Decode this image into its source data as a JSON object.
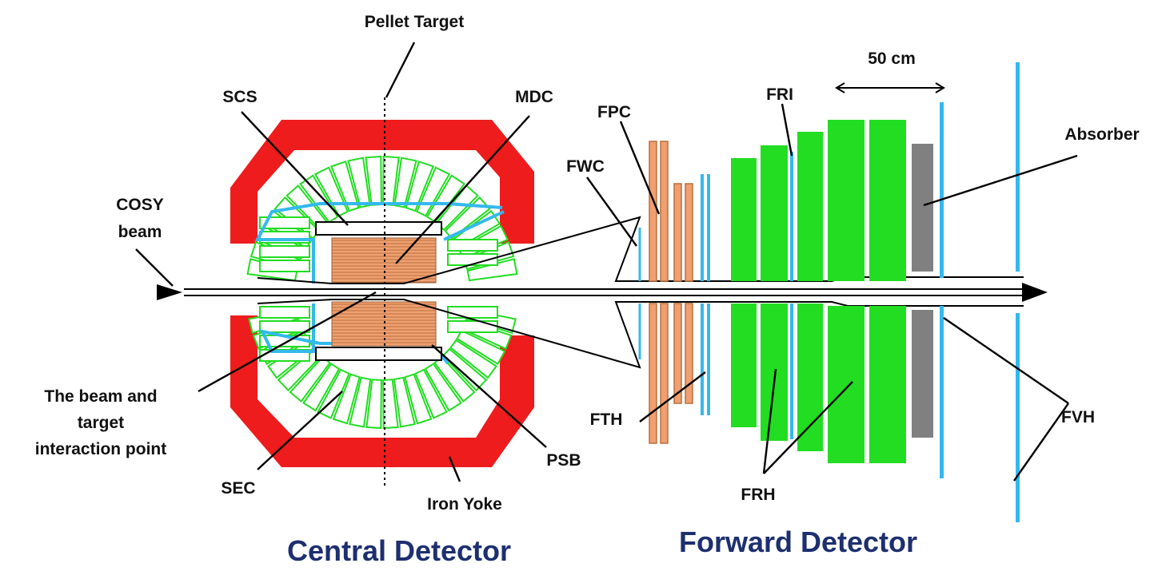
{
  "labels": {
    "pellet_target": "Pellet Target",
    "scs": "SCS",
    "mdc": "MDC",
    "fpc": "FPC",
    "fri": "FRI",
    "fwc": "FWC",
    "absorber": "Absorber",
    "cosy_beam_line1": "COSY",
    "cosy_beam_line2": "beam",
    "scale": "50 cm",
    "interaction_line1": "The beam and",
    "interaction_line2": "target",
    "interaction_line3": "interaction point",
    "sec": "SEC",
    "iron_yoke": "Iron Yoke",
    "psb": "PSB",
    "fth": "FTH",
    "frh": "FRH",
    "fvh": "FVH"
  },
  "sections": {
    "central": "Central Detector",
    "forward": "Forward Detector"
  },
  "colors": {
    "iron_yoke": "#ee1c1c",
    "calorimeter": "#22dd22",
    "scintillator": "#33b9ee",
    "mdc": "#f0a070",
    "absorber": "#808080",
    "section_title": "#1d2f6f"
  }
}
